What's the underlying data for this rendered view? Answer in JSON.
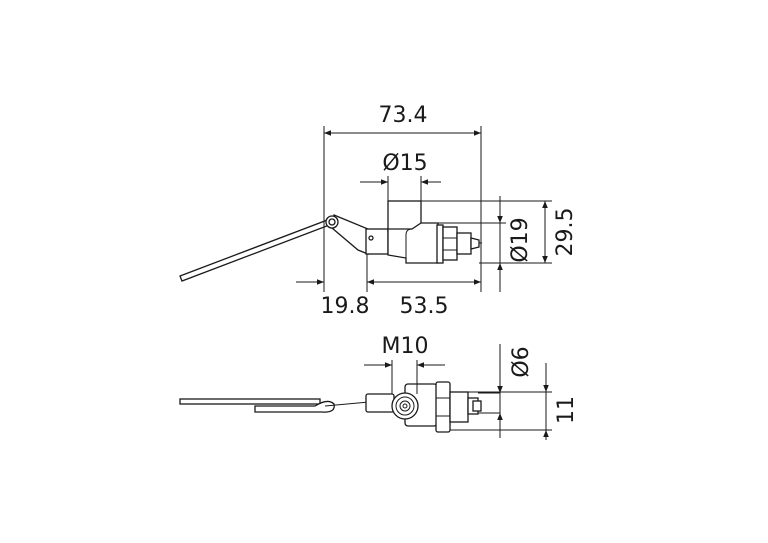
{
  "drawing": {
    "side_view": {
      "overall_length": "73.4",
      "body_diameter": "Ø15",
      "thread_diameter": "Ø19",
      "height": "29.5",
      "lever_offset": "19.8",
      "body_length": "53.5"
    },
    "top_view": {
      "thread": "M10",
      "tip_diameter": "Ø6",
      "nut_width": "11"
    },
    "colors": {
      "line": "#1a1a1a",
      "background": "#ffffff"
    }
  }
}
